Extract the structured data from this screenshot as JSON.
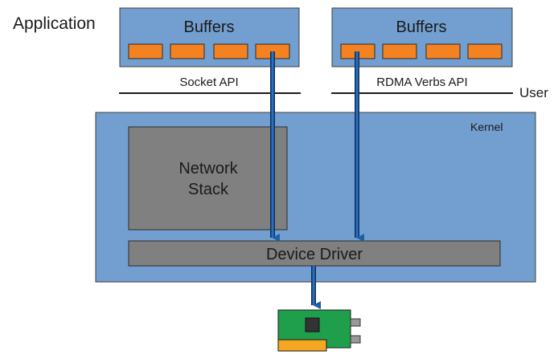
{
  "labels": {
    "application": "Application",
    "user": "User",
    "kernel": "Kernel",
    "socket_api": "Socket API",
    "rdma_api": "RDMA Verbs API",
    "network_stack_line1": "Network",
    "network_stack_line2": "Stack",
    "device_driver": "Device Driver"
  },
  "buffer_groups": [
    {
      "title": "Buffers"
    },
    {
      "title": "Buffers"
    }
  ],
  "colors": {
    "box_blue": "#729fcf",
    "box_border": "#3c3c3c",
    "buffer_orange": "#f58220",
    "gray_box": "#808080",
    "arrow_blue": "#1f5fa8",
    "nic_green": "#1f9e4b",
    "nic_chip": "#333333",
    "nic_gold": "#f5a623"
  },
  "icons": [
    "network-card-icon"
  ]
}
